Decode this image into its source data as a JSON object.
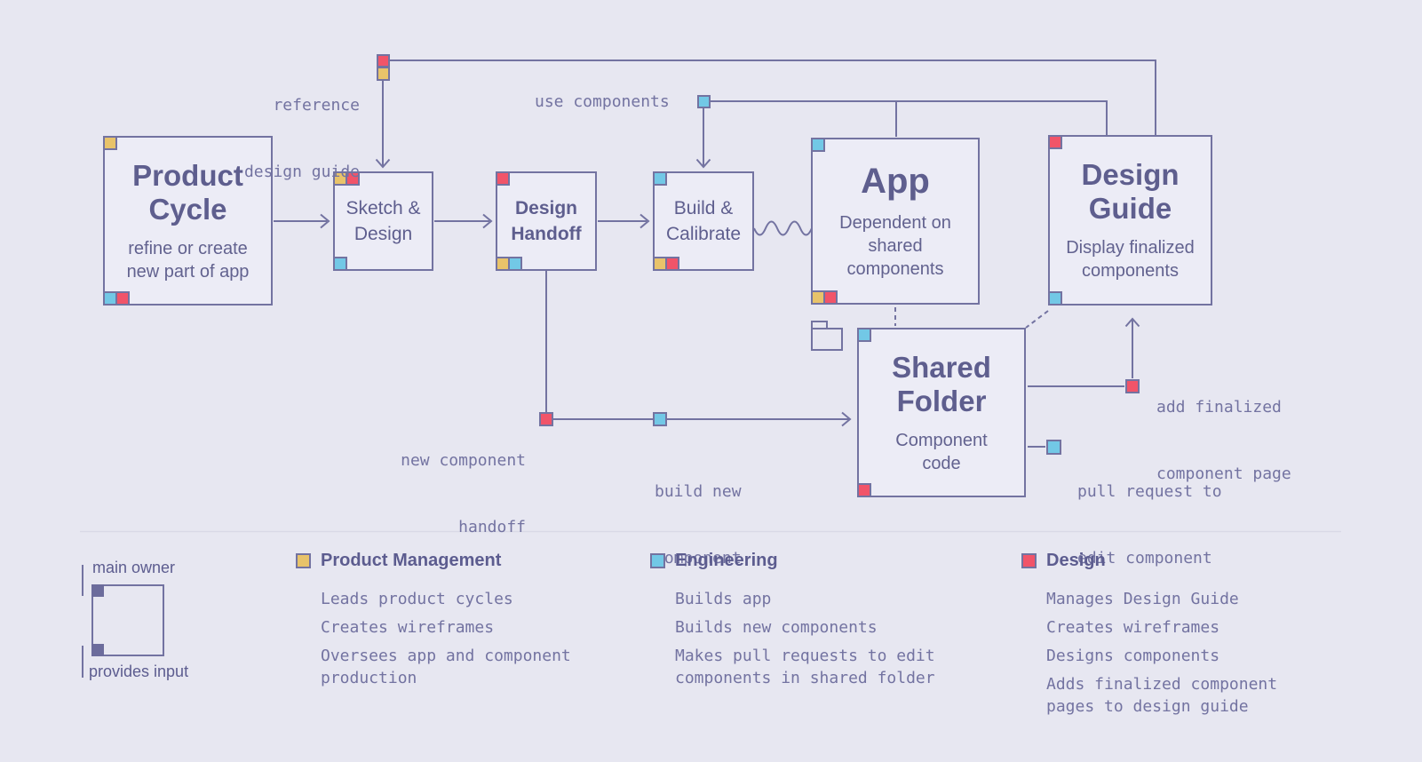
{
  "colors": {
    "background": "#e7e7f1",
    "node_fill": "#ececf6",
    "line": "#7373a1",
    "divider": "#d9d9e6",
    "title_text": "#5e5e8e",
    "label_text": "#7373a1",
    "product_management": "#e8c36a",
    "engineering": "#72c8e6",
    "design": "#f15469",
    "owner_marker": "#6c6c9c"
  },
  "nodes": {
    "product_cycle": {
      "title": "Product Cycle",
      "subtitle": "refine or create new part of app"
    },
    "sketch_design": {
      "title": "Sketch & Design"
    },
    "design_handoff": {
      "title": "Design Handoff"
    },
    "build_calibrate": {
      "title": "Build & Calibrate"
    },
    "app": {
      "title": "App",
      "subtitle": "Dependent on shared components"
    },
    "design_guide": {
      "title": "Design Guide",
      "subtitle": "Display finalized components"
    },
    "shared_folder": {
      "title": "Shared Folder",
      "subtitle": "Component code"
    }
  },
  "edge_labels": {
    "reference_design_guide": [
      "reference",
      "design guide"
    ],
    "use_components": "use components",
    "new_component_handoff": [
      "new component",
      "handoff"
    ],
    "build_new_component": [
      "build new",
      "component"
    ],
    "add_finalized_component_page": [
      "add finalized",
      "component page"
    ],
    "pull_request_to_edit": [
      "pull request to",
      "edit component"
    ]
  },
  "key": {
    "main_owner": "main owner",
    "provides_input": "provides input"
  },
  "legend": {
    "columns": [
      {
        "title": "Product Management",
        "items": [
          "Leads product cycles",
          "Creates wireframes",
          "Oversees app and component production"
        ]
      },
      {
        "title": "Engineering",
        "items": [
          "Builds app",
          "Builds new components",
          "Makes pull requests to edit components in shared folder"
        ]
      },
      {
        "title": "Design",
        "items": [
          "Manages Design Guide",
          "Creates wireframes",
          "Designs components",
          "Adds finalized component pages to design guide"
        ]
      }
    ]
  }
}
